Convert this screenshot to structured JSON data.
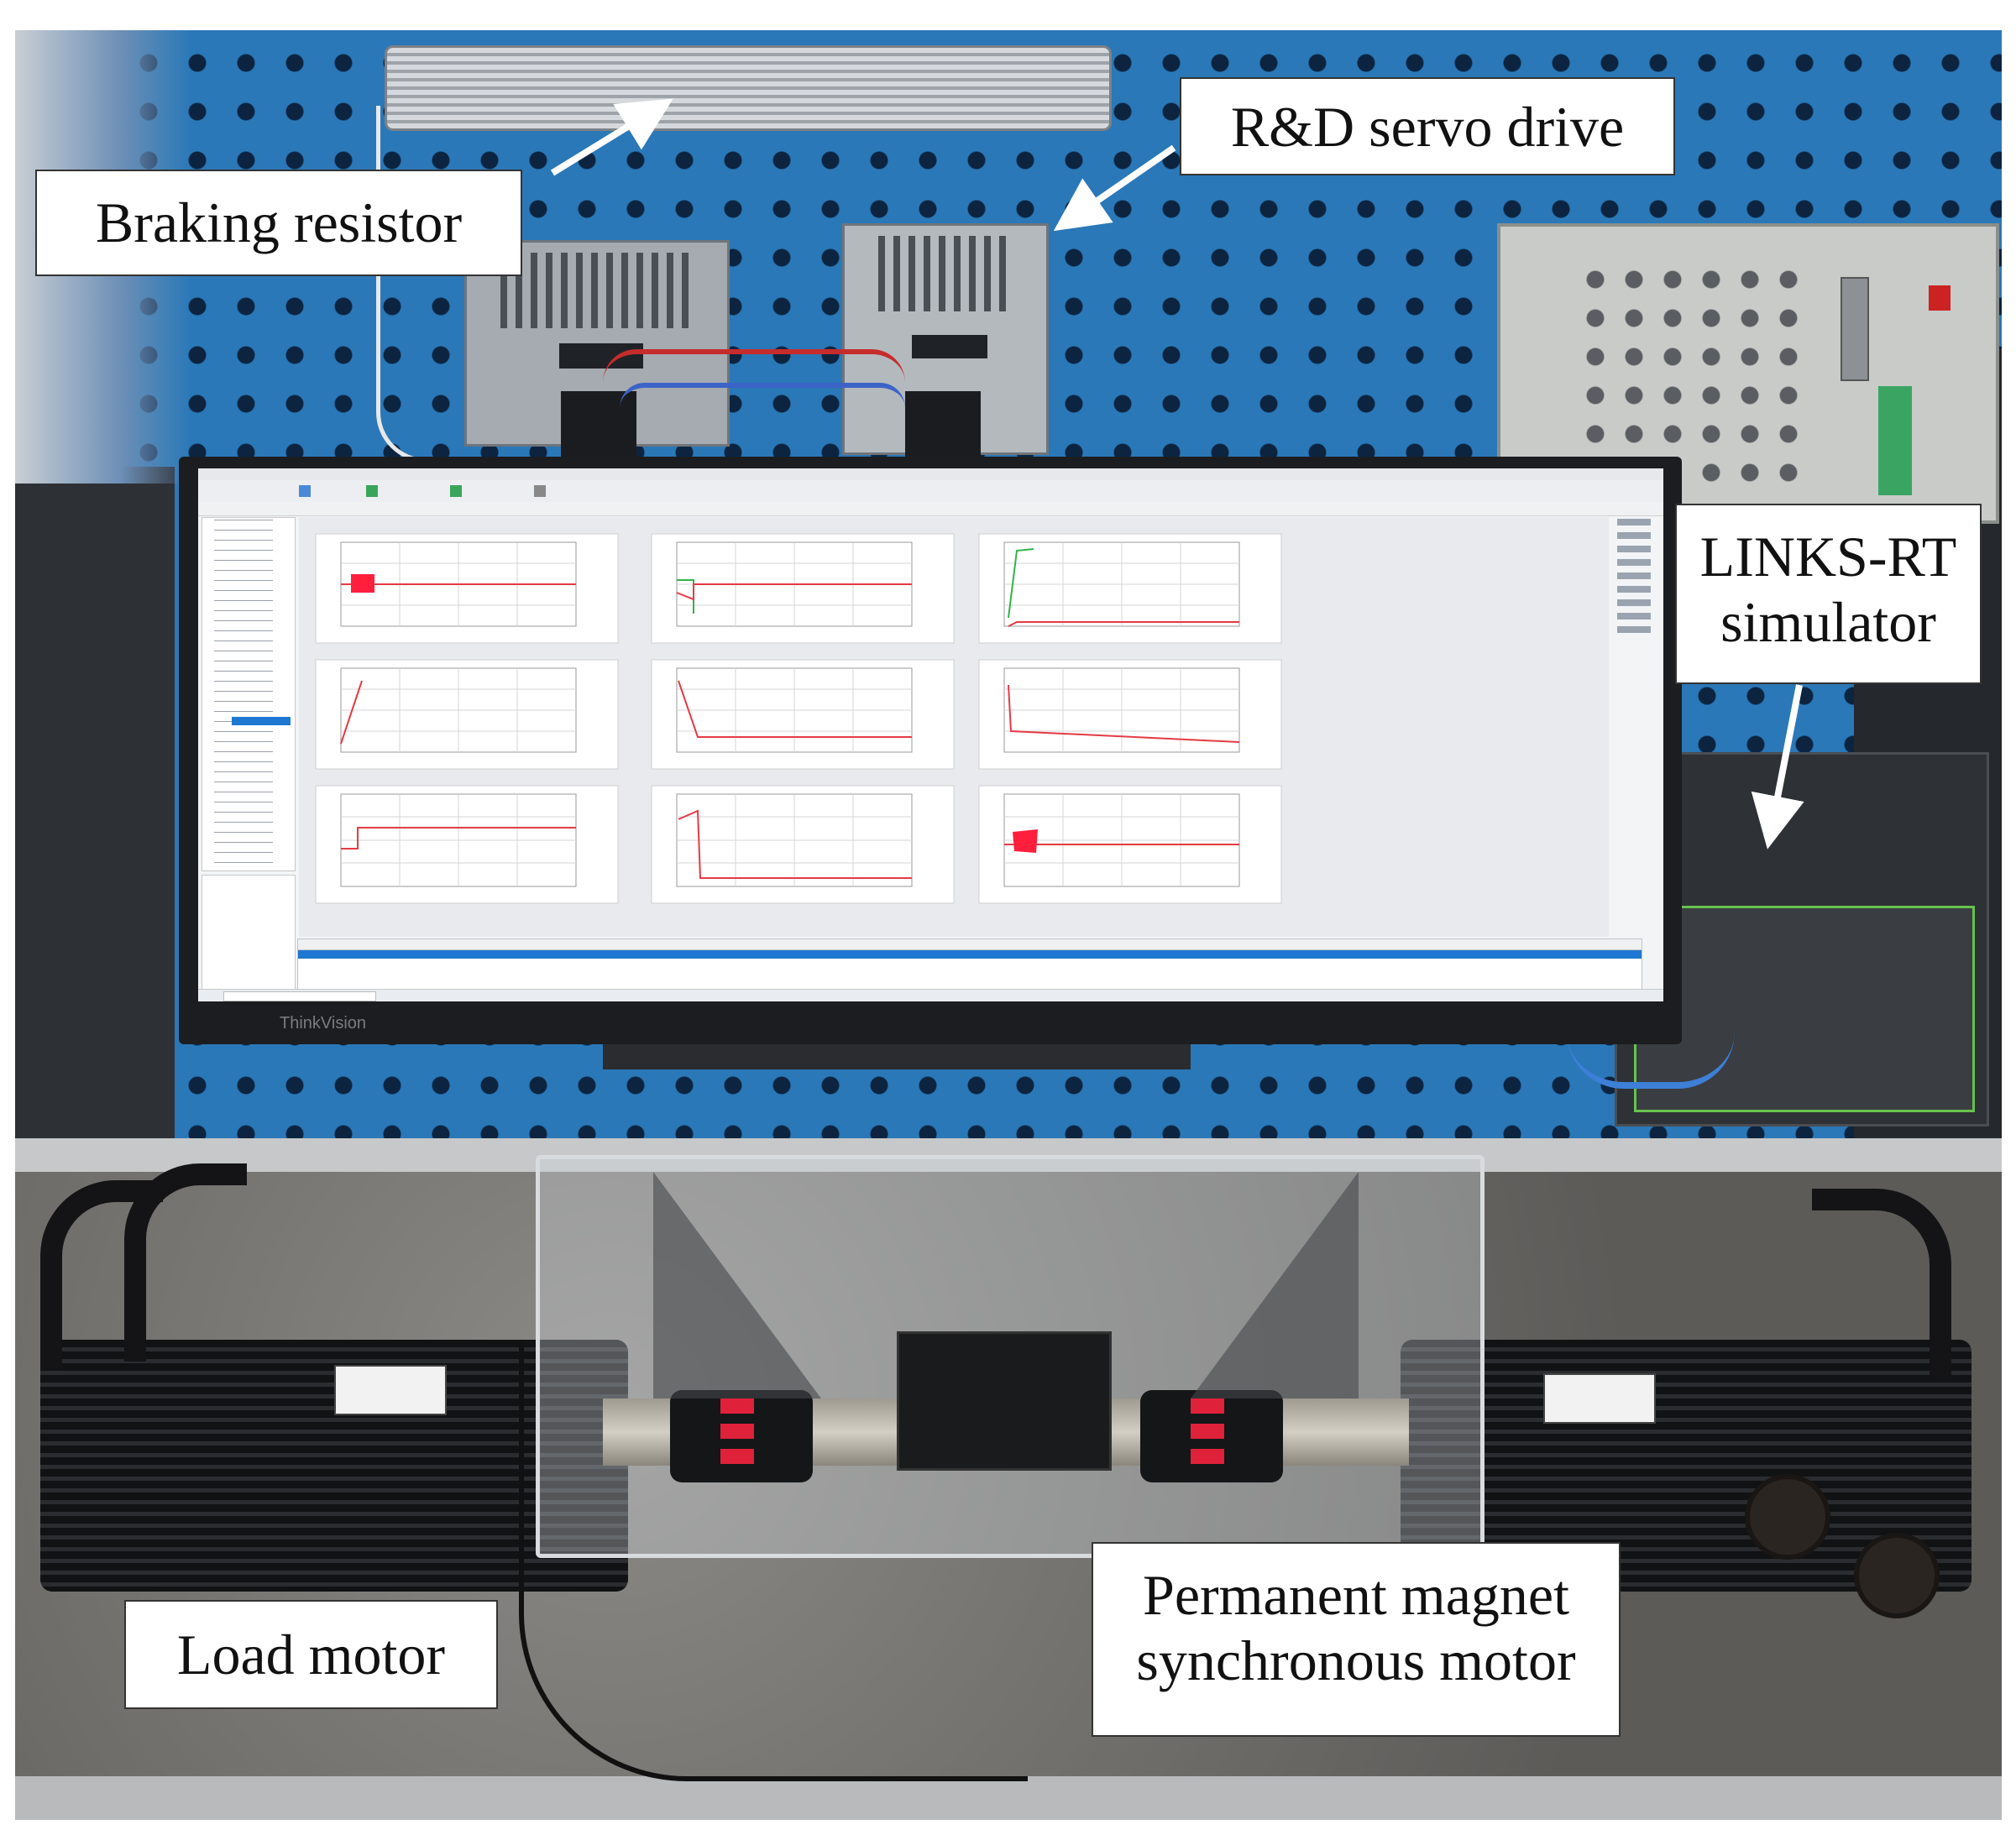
{
  "labels": {
    "braking_resistor": "Braking resistor",
    "servo_drive": "R&D servo drive",
    "simulator": [
      "LINKS-RT",
      "simulator"
    ],
    "load_motor": "Load motor",
    "pmsm": [
      "Permanent magnet",
      "synchronous motor"
    ]
  },
  "monitor": {
    "brand": "ThinkVision",
    "plot_rows": 3,
    "plot_cols": 3
  },
  "colors": {
    "pegboard": "#2a78b8",
    "screen_bg": "#f3f4f6",
    "trace_red": "#e53a44",
    "trace_green": "#32b347",
    "marker_red": "#ff1e3c",
    "table_highlight": "#1e78d2"
  }
}
